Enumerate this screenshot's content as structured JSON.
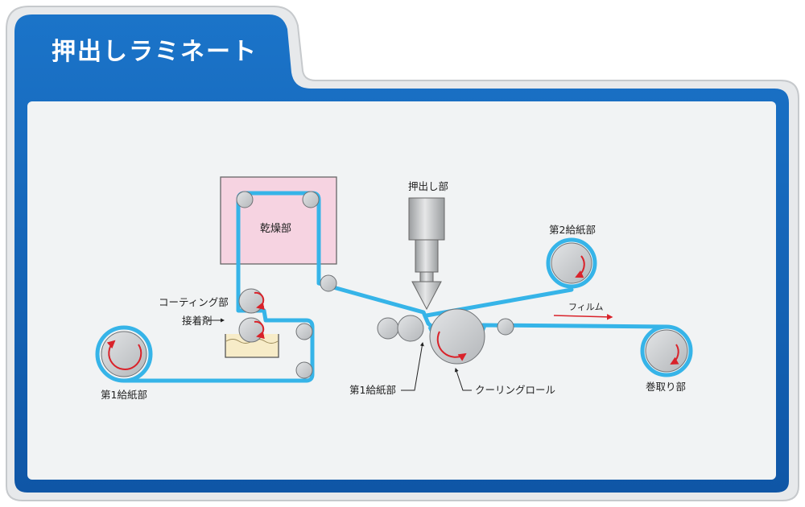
{
  "title": "押出しラミネート",
  "labels": {
    "dryer": "乾燥部",
    "extruder": "押出し部",
    "second_feed": "第2給紙部",
    "coating": "コーティング部",
    "adhesive": "接着剤",
    "film": "フィルム",
    "first_feed_left": "第1給紙部",
    "first_feed_center": "第1給紙部",
    "cooling_roll": "クーリングロール",
    "winding": "巻取り部"
  },
  "colors": {
    "frame_blue": "#1565b8",
    "web_line": "#36b4e8",
    "roll_gray": "#c9cbcd",
    "arrow_red": "#d9222a",
    "dryer_pink": "#f6d3e1",
    "adhesive_fill": "#f7ecc8",
    "panel_bg": "#f1f3f4"
  }
}
